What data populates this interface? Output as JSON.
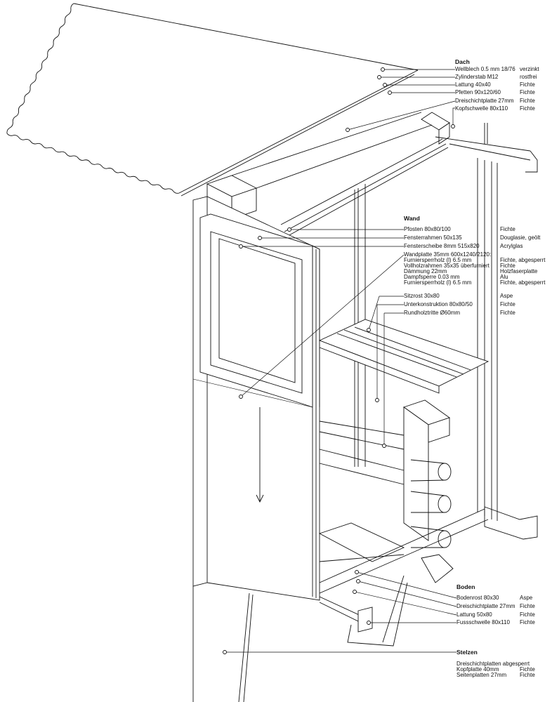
{
  "dach": {
    "heading": "Dach",
    "items": [
      {
        "label": "Wellblech 0.5 mm 18/76",
        "material": "verzinkt"
      },
      {
        "label": "Zylinderstab M12",
        "material": "rostfrei"
      },
      {
        "label": "Lattung 40x40",
        "material": "Fichte"
      },
      {
        "label": "Pfetten 90x120/60",
        "material": "Fichte"
      },
      {
        "label": "Dreischichtplatte 27mm",
        "material": "Fichte"
      },
      {
        "label": "Kopfschwelle 80x110",
        "material": "Fichte"
      }
    ]
  },
  "wand": {
    "heading": "Wand",
    "items": [
      {
        "label": "Pfosten 80x80/100",
        "material": "Fichte"
      },
      {
        "label": "Fensterrahmen 50x135",
        "material": "Douglasie, geölt"
      },
      {
        "label": "Fensterscheibe 8mm 515x820",
        "material": "Acrylglas"
      },
      {
        "label": "Wandplatte 35mm 600x1240/2120:",
        "material": ""
      },
      {
        "label": "Furniersperrholz (l) 6.5 mm",
        "material": "Fichte, abgesperrt"
      },
      {
        "label": "Vollholzrahmen 35x35 überfurniert",
        "material": "Fichte"
      },
      {
        "label": "Dämmung 22mm",
        "material": "Holzfaserplatte"
      },
      {
        "label": "Dampfsperre 0.03 mm",
        "material": "Alu"
      },
      {
        "label": "Furniersperrholz (l) 6.5 mm",
        "material": "Fichte, abgesperrt"
      },
      {
        "label": "Sitzrost 30x80",
        "material": "Aspe"
      },
      {
        "label": "Unterkonstruktion 80x80/50",
        "material": "Fichte"
      },
      {
        "label": "Rundholztritte Ø60mm",
        "material": "Fichte"
      }
    ]
  },
  "boden": {
    "heading": "Boden",
    "items": [
      {
        "label": "Bodenrost     80x30",
        "material": "Aspe"
      },
      {
        "label": "Dreischichtplatte 27mm",
        "material": "Fichte"
      },
      {
        "label": "Lattung 50x80",
        "material": "Fichte"
      },
      {
        "label": "Fussschwelle 80x110",
        "material": "Fichte"
      }
    ]
  },
  "stelzen": {
    "heading": "Stelzen",
    "note": "Dreischichtplatten abgesperrt",
    "items": [
      {
        "label": "Kopfplatte     40mm",
        "material": "Fichte"
      },
      {
        "label": "Seitenplatten 27mm",
        "material": "Fichte"
      }
    ]
  }
}
